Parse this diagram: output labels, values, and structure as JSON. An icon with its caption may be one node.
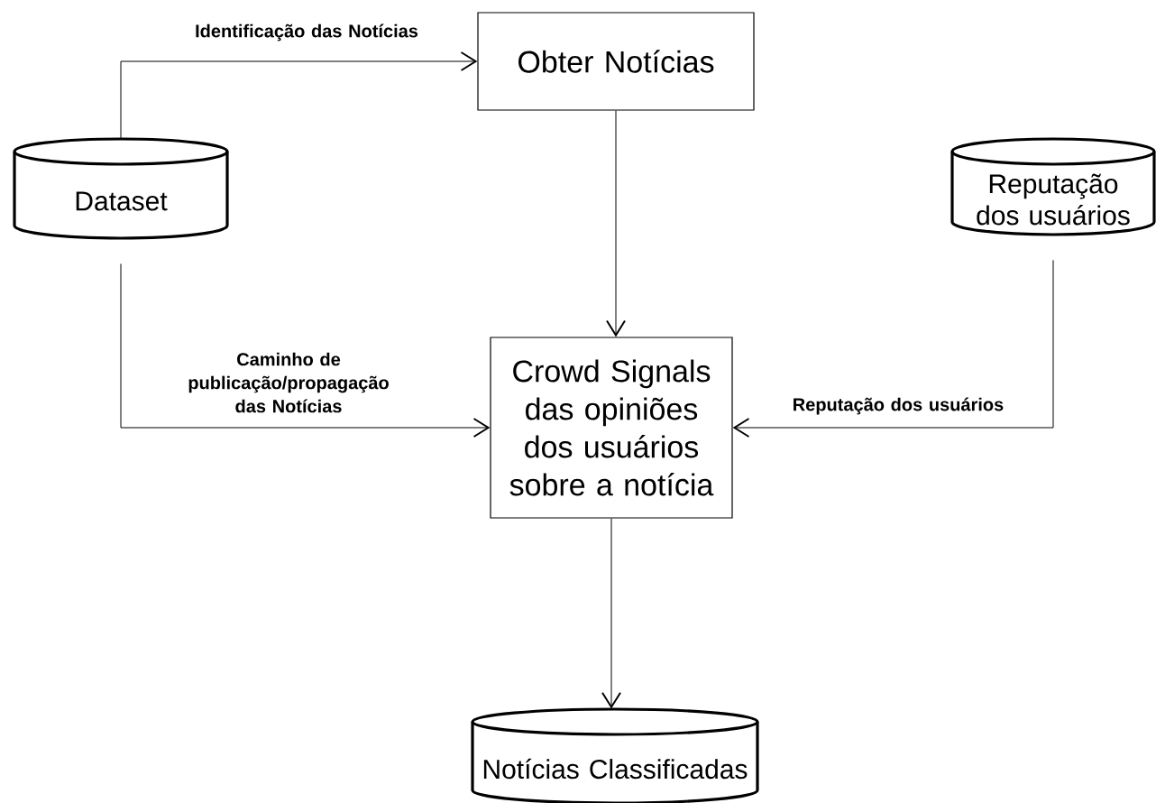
{
  "diagram": {
    "nodes": [
      {
        "text": [
          "Obter Notícias"
        ]
      },
      {
        "text": [
          "Dataset"
        ]
      },
      {
        "text": [
          "Reputação dos usuários"
        ]
      },
      {
        "text": [
          "Crowd Signals das opiniões dos usuários sobre a notícia"
        ]
      },
      {
        "text": [
          "Notícias Classificadas"
        ]
      }
    ],
    "edges": [
      {
        "from": 1,
        "to": 0,
        "arrow": "to",
        "label": "Identificação das Notícias"
      },
      {
        "from": 0,
        "to": 3,
        "arrow": "to"
      },
      {
        "from": 1,
        "to": 3,
        "arrow": "to",
        "label": "Caminho de publicação/propagação das Notícias"
      },
      {
        "from": 2,
        "to": 3,
        "arrow": "to",
        "label": "Reputação dos usuários"
      },
      {
        "from": 3,
        "to": 4,
        "arrow": "to"
      }
    ]
  }
}
